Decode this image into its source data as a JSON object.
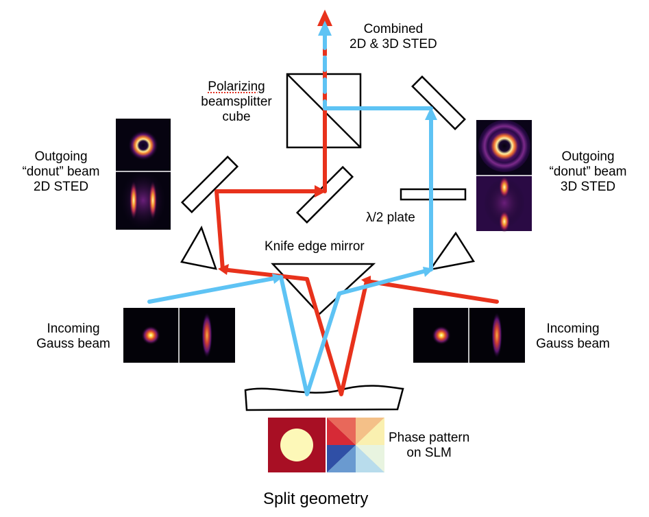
{
  "labels": {
    "combined": [
      "Combined",
      "2D & 3D STED"
    ],
    "polarizing": [
      "Polarizing",
      "beamsplitter",
      "cube"
    ],
    "outgoing_2d": [
      "Outgoing",
      "“donut” beam",
      "2D STED"
    ],
    "outgoing_3d": [
      "Outgoing",
      "“donut” beam",
      "3D STED"
    ],
    "half_wave_plate": "λ/2 plate",
    "knife_edge": "Knife edge mirror",
    "incoming_left": [
      "Incoming",
      "Gauss beam"
    ],
    "incoming_right": [
      "Incoming",
      "Gauss beam"
    ],
    "phase_pattern": [
      "Phase pattern",
      "on SLM"
    ],
    "title": "Split geometry"
  },
  "colors": {
    "red_beam": "#e8321c",
    "blue_beam": "#5ec3f4",
    "slm_dark_red": "#a80f24",
    "slm_circle": "#fdf8b8"
  }
}
